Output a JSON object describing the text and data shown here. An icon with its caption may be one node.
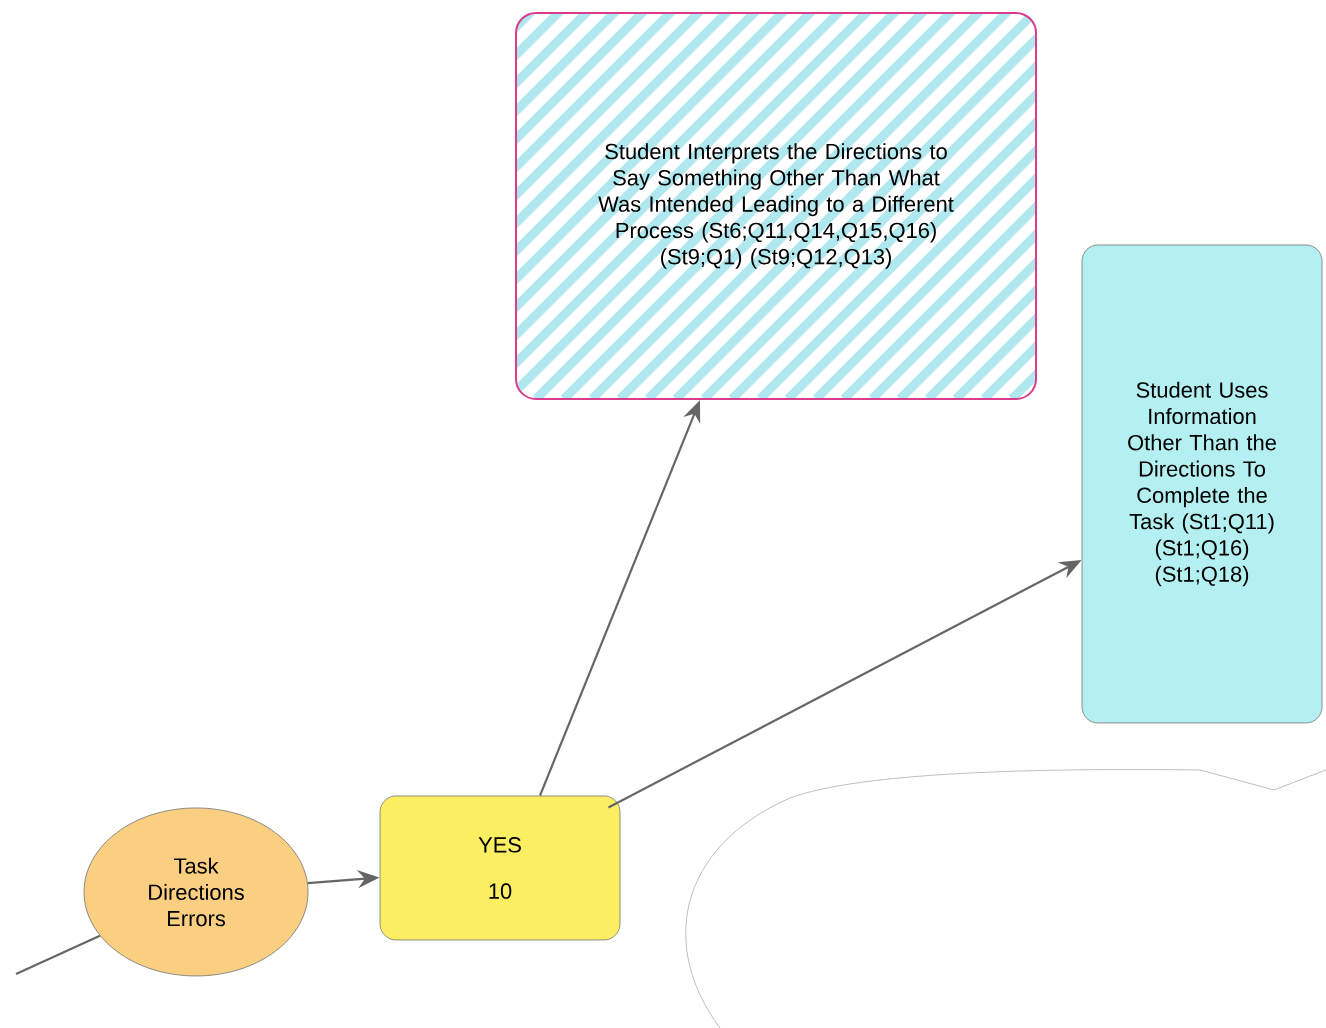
{
  "diagram": {
    "nodes": [
      {
        "text": [
          "Task Directions Errors"
        ]
      },
      {
        "text": [
          "YES",
          "10"
        ]
      },
      {
        "text": [
          "Student Interprets the Directions to Say Something Other Than What Was Intended Leading to a Different Process (St6;Q11,Q14,Q15,Q16) (St9;Q1) (St9;Q12,Q13)"
        ]
      },
      {
        "text": [
          "Student Uses Information Other Than the Directions To Complete the Task (St1;Q11) (St1;Q16) (St1;Q18)"
        ]
      }
    ],
    "edges": [
      {
        "from": null,
        "to": 0,
        "arrow": "none"
      },
      {
        "from": 0,
        "to": 1,
        "arrow": "to"
      },
      {
        "from": 1,
        "to": 2,
        "arrow": "to"
      },
      {
        "from": 1,
        "to": 3,
        "arrow": "to"
      }
    ]
  }
}
